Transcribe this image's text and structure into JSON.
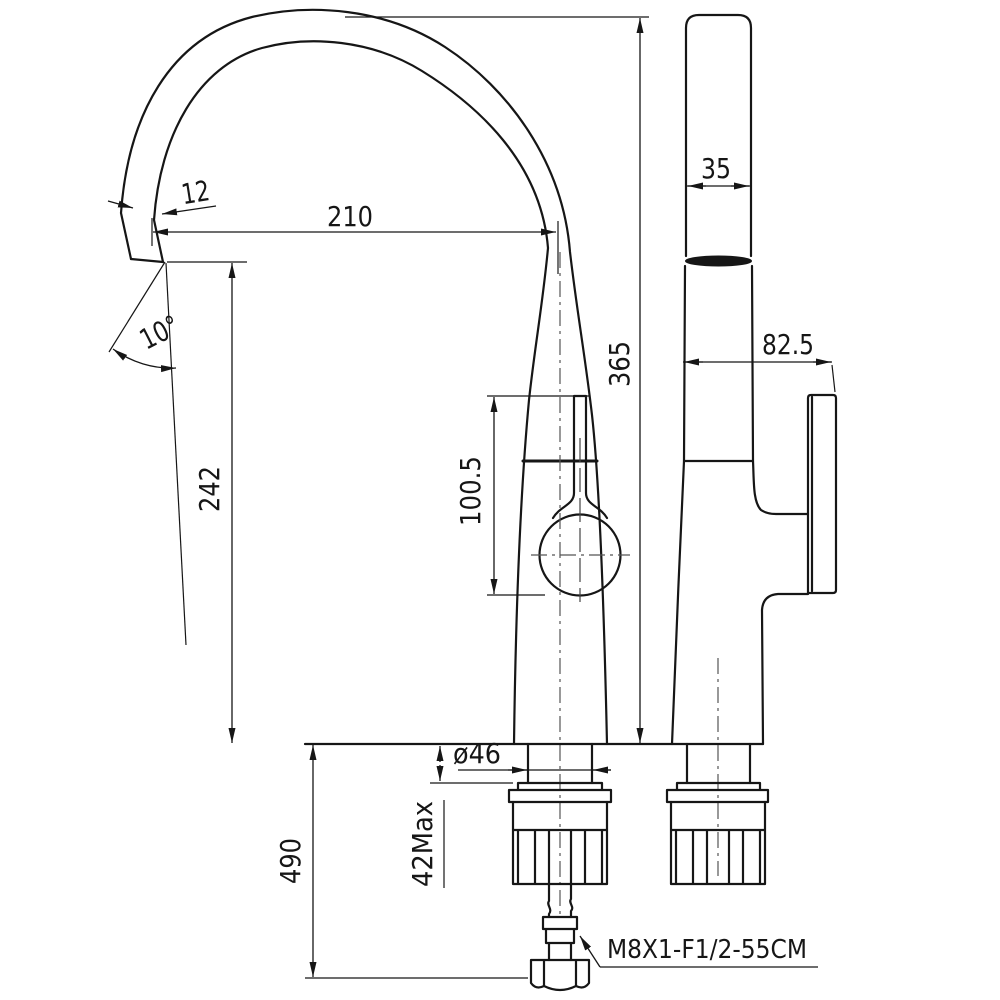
{
  "drawing": {
    "subject": "kitchen-faucet-two-view-dimension-drawing",
    "colors": {
      "line": "#161616",
      "centerline": "#555555",
      "background": "#ffffff"
    },
    "dims": {
      "tip_width": "12",
      "tip_angle": "10°",
      "reach": "210",
      "outlet_height": "242",
      "overall_height": "365",
      "body_width": "35",
      "handle_offset": "82.5",
      "handle_length": "100.5",
      "base_diameter": "ø46",
      "deck_thickness": "42Max",
      "hose_drop": "490"
    },
    "note": {
      "hose_spec": "M8X1-F1/2-55CM"
    }
  }
}
